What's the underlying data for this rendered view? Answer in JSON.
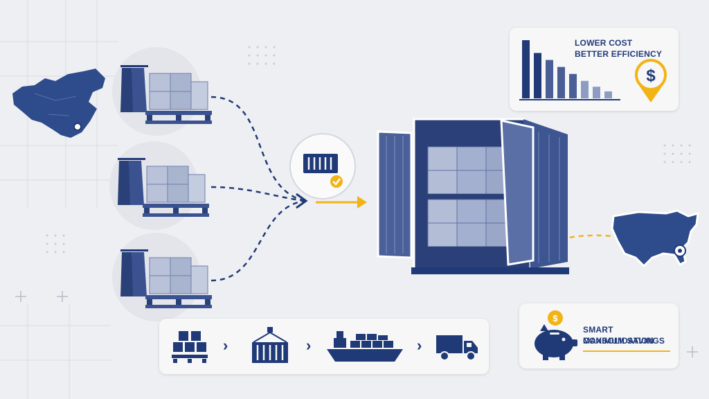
{
  "colors": {
    "navy": "#1f3a77",
    "mid_blue": "#4a5f96",
    "light_blue": "#8e9cc3",
    "accent": "#f2b316",
    "background": "#eeeff2"
  },
  "cost_card": {
    "line1": "LOWER COST",
    "line2": "BETTER EFFICIENCY",
    "bar_levels": [
      1.0,
      0.78,
      0.66,
      0.54,
      0.42,
      0.3,
      0.2,
      0.12
    ],
    "icon": "dollar-down-icon"
  },
  "savings_card": {
    "line1": "SMART CONSOLIDATION",
    "line2": "MAXIMUM SAVINGS",
    "icon": "piggy-bank-icon"
  },
  "process_steps": [
    {
      "icon": "packed-boxes-icon"
    },
    {
      "icon": "crane-container-icon"
    },
    {
      "icon": "cargo-ship-icon"
    },
    {
      "icon": "delivery-truck-icon"
    }
  ],
  "origin_map_icon": "china-map-icon",
  "destination_map_icon": "usa-map-icon",
  "hub_icon": "container-check-icon",
  "supplier_shipments": [
    {
      "icon": "garment-pallet-icon"
    },
    {
      "icon": "garment-pallet-icon"
    },
    {
      "icon": "garment-pallet-icon"
    }
  ]
}
